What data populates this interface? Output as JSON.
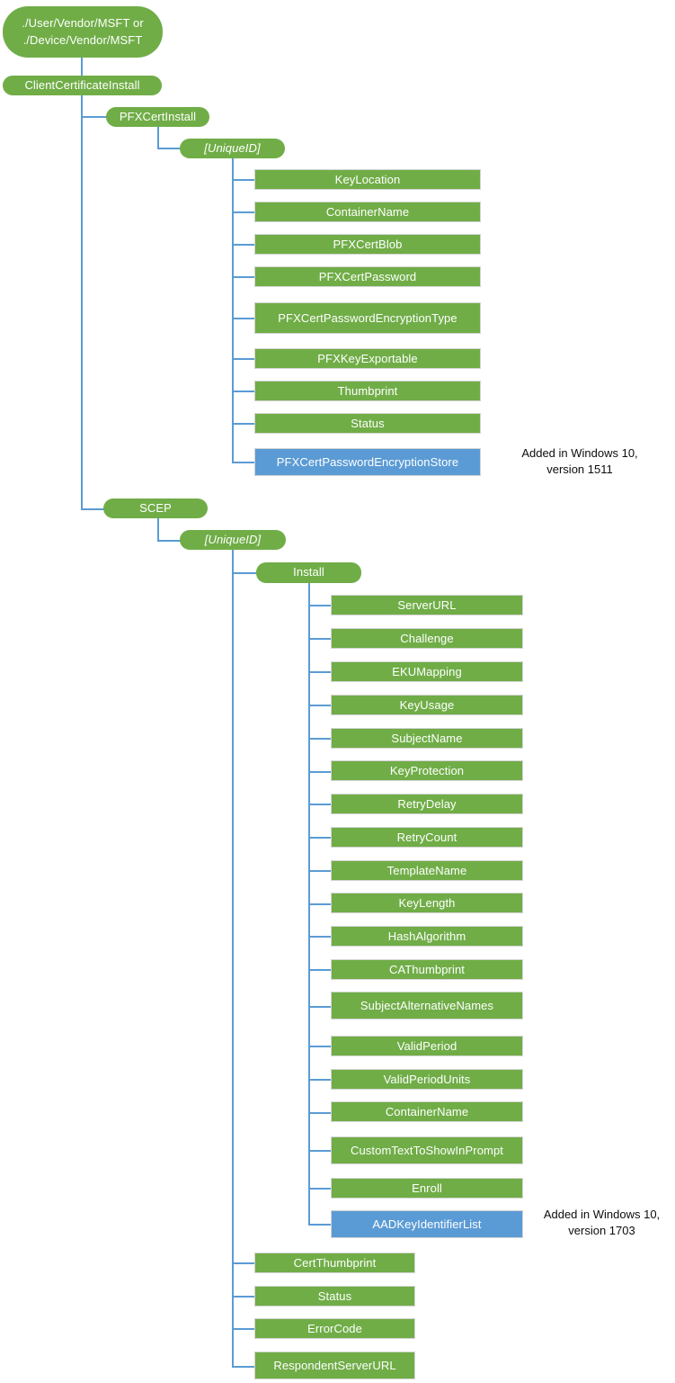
{
  "diagram": {
    "title": "ClientCertificateInstall CSP node tree",
    "colors": {
      "node_green": "#70AD47",
      "node_blue": "#5B9BD5",
      "connector": "#5B9BD5",
      "node_border": "#D4D4D4",
      "node_text": "#FFFFFF",
      "note_text": "#0D0D0D",
      "background": "#FFFFFF"
    },
    "root": {
      "label": "./User/Vendor/MSFT or\n./Device/Vendor/MSFT"
    },
    "level1": {
      "label": "ClientCertificateInstall"
    },
    "branches": [
      {
        "label": "PFXCertInstall",
        "child": {
          "label": "[UniqueID]"
        },
        "leaves": [
          {
            "label": "KeyLocation",
            "color": "green"
          },
          {
            "label": "ContainerName",
            "color": "green"
          },
          {
            "label": "PFXCertBlob",
            "color": "green"
          },
          {
            "label": "PFXCertPassword",
            "color": "green"
          },
          {
            "label": "PFXCertPasswordEncryptionType",
            "color": "green"
          },
          {
            "label": "PFXKeyExportable",
            "color": "green"
          },
          {
            "label": "Thumbprint",
            "color": "green"
          },
          {
            "label": "Status",
            "color": "green"
          },
          {
            "label": "PFXCertPasswordEncryptionStore",
            "color": "blue"
          }
        ],
        "note": {
          "text": "Added in Windows 10,\nversion 1511"
        }
      },
      {
        "label": "SCEP",
        "child": {
          "label": "[UniqueID]"
        },
        "install": {
          "label": "Install"
        },
        "install_leaves": [
          {
            "label": "ServerURL",
            "color": "green"
          },
          {
            "label": "Challenge",
            "color": "green"
          },
          {
            "label": "EKUMapping",
            "color": "green"
          },
          {
            "label": "KeyUsage",
            "color": "green"
          },
          {
            "label": "SubjectName",
            "color": "green"
          },
          {
            "label": "KeyProtection",
            "color": "green"
          },
          {
            "label": "RetryDelay",
            "color": "green"
          },
          {
            "label": "RetryCount",
            "color": "green"
          },
          {
            "label": "TemplateName",
            "color": "green"
          },
          {
            "label": "KeyLength",
            "color": "green"
          },
          {
            "label": "HashAlgorithm",
            "color": "green"
          },
          {
            "label": "CAThumbprint",
            "color": "green"
          },
          {
            "label": "SubjectAlternativeNames",
            "color": "green"
          },
          {
            "label": "ValidPeriod",
            "color": "green"
          },
          {
            "label": "ValidPeriodUnits",
            "color": "green"
          },
          {
            "label": "ContainerName",
            "color": "green"
          },
          {
            "label": "CustomTextToShowInPrompt",
            "color": "green"
          },
          {
            "label": "Enroll",
            "color": "green"
          },
          {
            "label": "AADKeyIdentifierList",
            "color": "blue"
          }
        ],
        "note": {
          "text": "Added in Windows 10,\nversion 1703"
        },
        "unique_leaves": [
          {
            "label": "CertThumbprint",
            "color": "green"
          },
          {
            "label": "Status",
            "color": "green"
          },
          {
            "label": "ErrorCode",
            "color": "green"
          },
          {
            "label": "RespondentServerURL",
            "color": "green"
          }
        ]
      }
    ]
  }
}
